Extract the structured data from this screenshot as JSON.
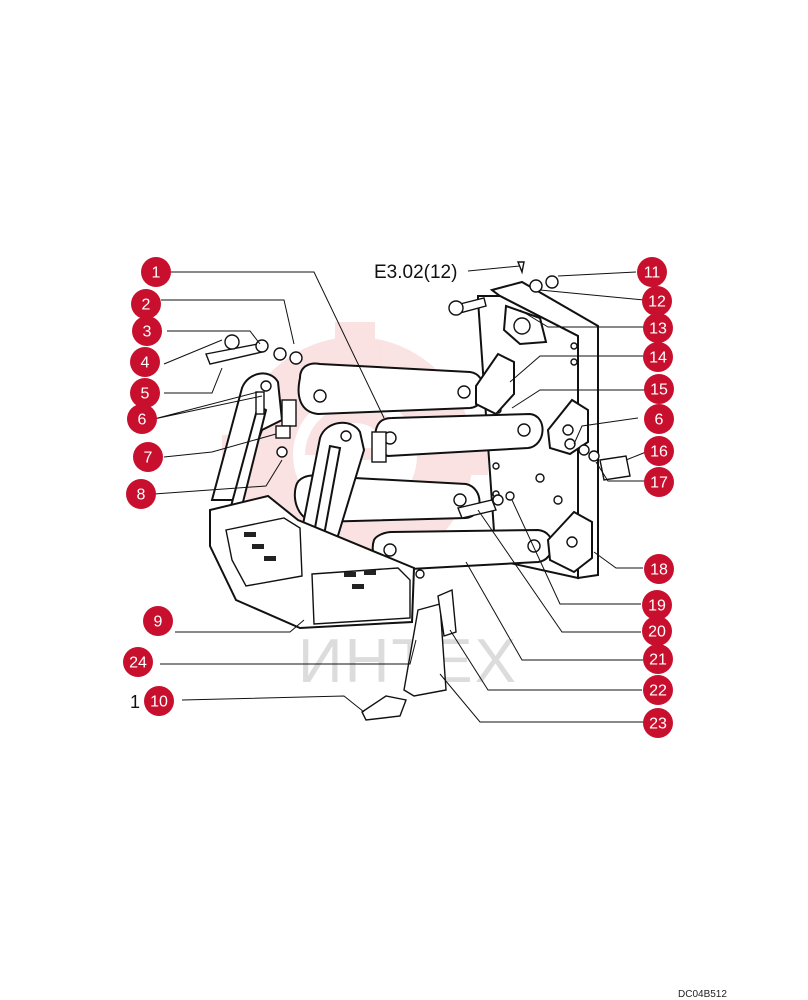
{
  "reference": "E3.02(12)",
  "drawing_code": "DC04B512",
  "watermark": "ИНТЕХ",
  "colors": {
    "callout": "#c8102e",
    "callout_text": "#ffffff",
    "watermark": "#f2c6c6",
    "line": "#111111"
  },
  "callouts": [
    {
      "number": "1"
    },
    {
      "number": "2"
    },
    {
      "number": "3"
    },
    {
      "number": "4"
    },
    {
      "number": "5"
    },
    {
      "number": "6"
    },
    {
      "number": "7"
    },
    {
      "number": "8"
    },
    {
      "number": "9"
    },
    {
      "number": "10"
    },
    {
      "number": "11"
    },
    {
      "number": "12"
    },
    {
      "number": "13"
    },
    {
      "number": "14"
    },
    {
      "number": "15"
    },
    {
      "number": "6"
    },
    {
      "number": "16"
    },
    {
      "number": "17"
    },
    {
      "number": "18"
    },
    {
      "number": "19"
    },
    {
      "number": "20"
    },
    {
      "number": "21"
    },
    {
      "number": "22"
    },
    {
      "number": "23"
    },
    {
      "number": "24"
    }
  ]
}
